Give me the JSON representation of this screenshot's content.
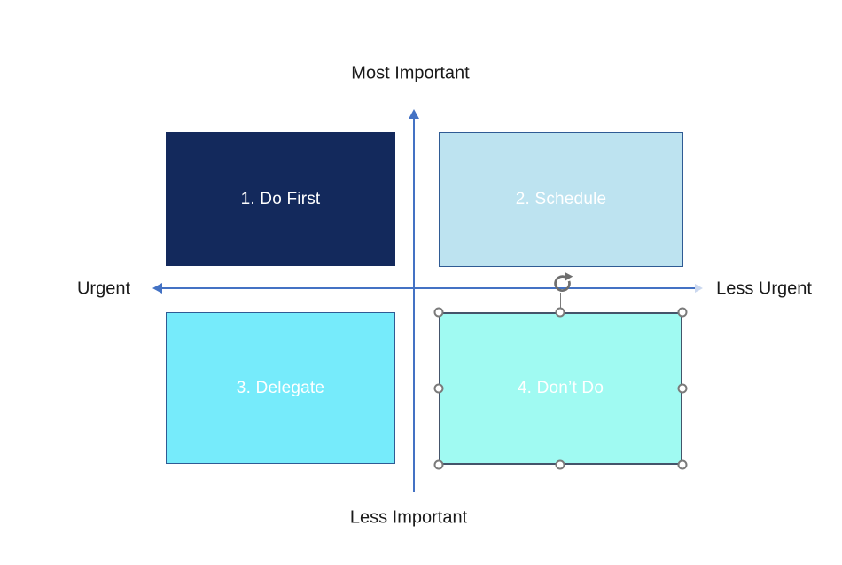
{
  "slide": {
    "background": "#ffffff"
  },
  "axis": {
    "top_label": "Most Important",
    "bottom_label": "Less Important",
    "left_label": "Urgent",
    "right_label": "Less Urgent",
    "line_color": "#4472c4",
    "label_color": "#1a1a1a"
  },
  "quadrants": [
    {
      "label": "1. Do First",
      "fill": "#13295c",
      "border": "#13295c",
      "text_color": "#ffffff",
      "selected": false
    },
    {
      "label": "2. Schedule",
      "fill": "#bde3f0",
      "border": "#2f5b94",
      "text_color": "#ffffff",
      "selected": false
    },
    {
      "label": "3. Delegate",
      "fill": "#76ebfb",
      "border": "#2f5b94",
      "text_color": "#ffffff",
      "selected": false
    },
    {
      "label": "4. Don’t Do",
      "fill": "#a0faf2",
      "border": "#44546a",
      "text_color": "#ffffff",
      "selected": true
    }
  ],
  "selection": {
    "handle_fill": "#ffffff",
    "handle_border": "#7a7a7a",
    "rotate_icon_color": "#6e6e6e"
  }
}
